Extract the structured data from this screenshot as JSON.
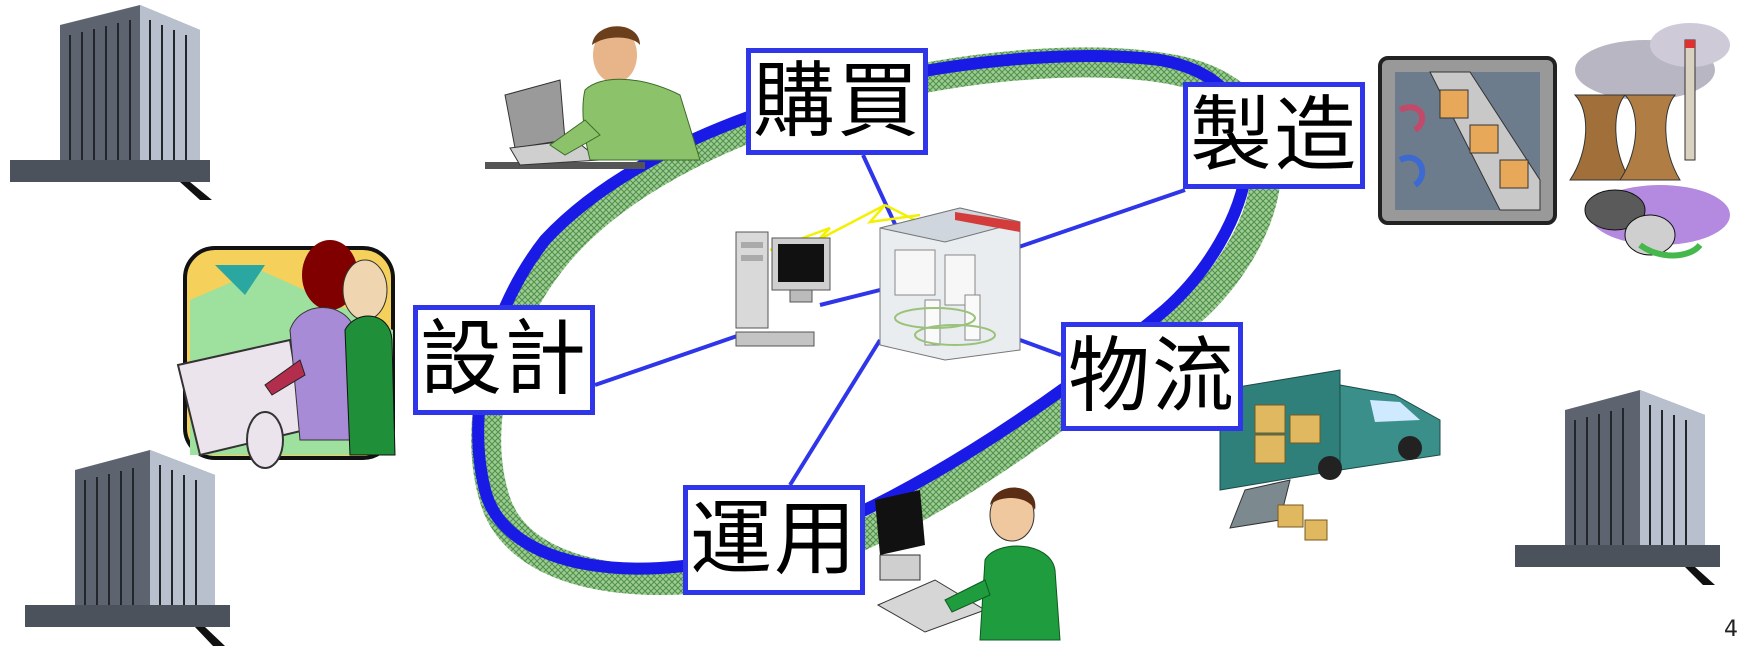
{
  "diagram": {
    "labels": {
      "kobai": "購買",
      "seizo": "製造",
      "sekkei": "設計",
      "butsuryu": "物流",
      "unyo": "運用"
    },
    "page_number": "4",
    "colors": {
      "ring": "#1a1ae6",
      "ring_shadow": "#6aa86a",
      "connector": "#2f35e8",
      "signal": "#f2f200",
      "label_border": "#2f35e8"
    },
    "icons": [
      "office-building-icon",
      "man-at-laptop-icon",
      "designers-with-blueprint-icon",
      "desktop-computer-icon",
      "server-rack-icon",
      "factory-conveyor-icon",
      "power-plant-icon",
      "delivery-truck-icon",
      "woman-at-computer-icon"
    ]
  }
}
